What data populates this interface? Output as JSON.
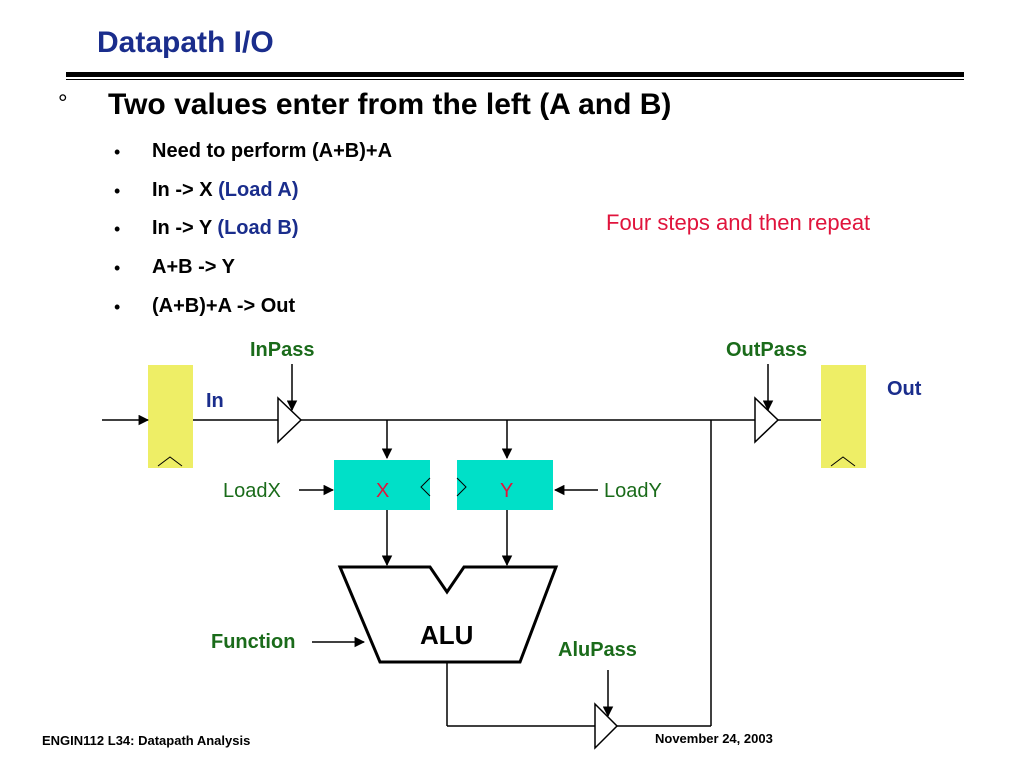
{
  "slide": {
    "title": "Datapath I/O",
    "main_bullet_symbol": "°",
    "main_text": "Two values enter from the left (A and B)",
    "sub_bullet_symbol": "•",
    "bullets": [
      {
        "text": "Need to perform (A+B)+A",
        "highlight": ""
      },
      {
        "text": "In -> X ",
        "highlight": "(Load A)"
      },
      {
        "text": "In -> Y ",
        "highlight": "(Load B)"
      },
      {
        "text": "A+B -> Y",
        "highlight": ""
      },
      {
        "text": "(A+B)+A -> Out",
        "highlight": ""
      }
    ],
    "note": "Four steps and then repeat"
  },
  "diagram": {
    "labels": {
      "inpass": "InPass",
      "outpass": "OutPass",
      "in": "In",
      "out": "Out",
      "loadx": "LoadX",
      "loady": "LoadY",
      "x_reg": "X",
      "y_reg": "Y",
      "alu": "ALU",
      "function": "Function",
      "alupass": "AluPass"
    }
  },
  "footer": {
    "left": "ENGIN112  L34: Datapath Analysis",
    "right": "November 24, 2003"
  },
  "colors": {
    "title": "#1a2d8c",
    "note": "#e0143c",
    "label_green": "#1a6b1a",
    "label_blue": "#1a2d8c",
    "register_fill": "#00e0c8",
    "pad_fill": "#eeee66"
  }
}
